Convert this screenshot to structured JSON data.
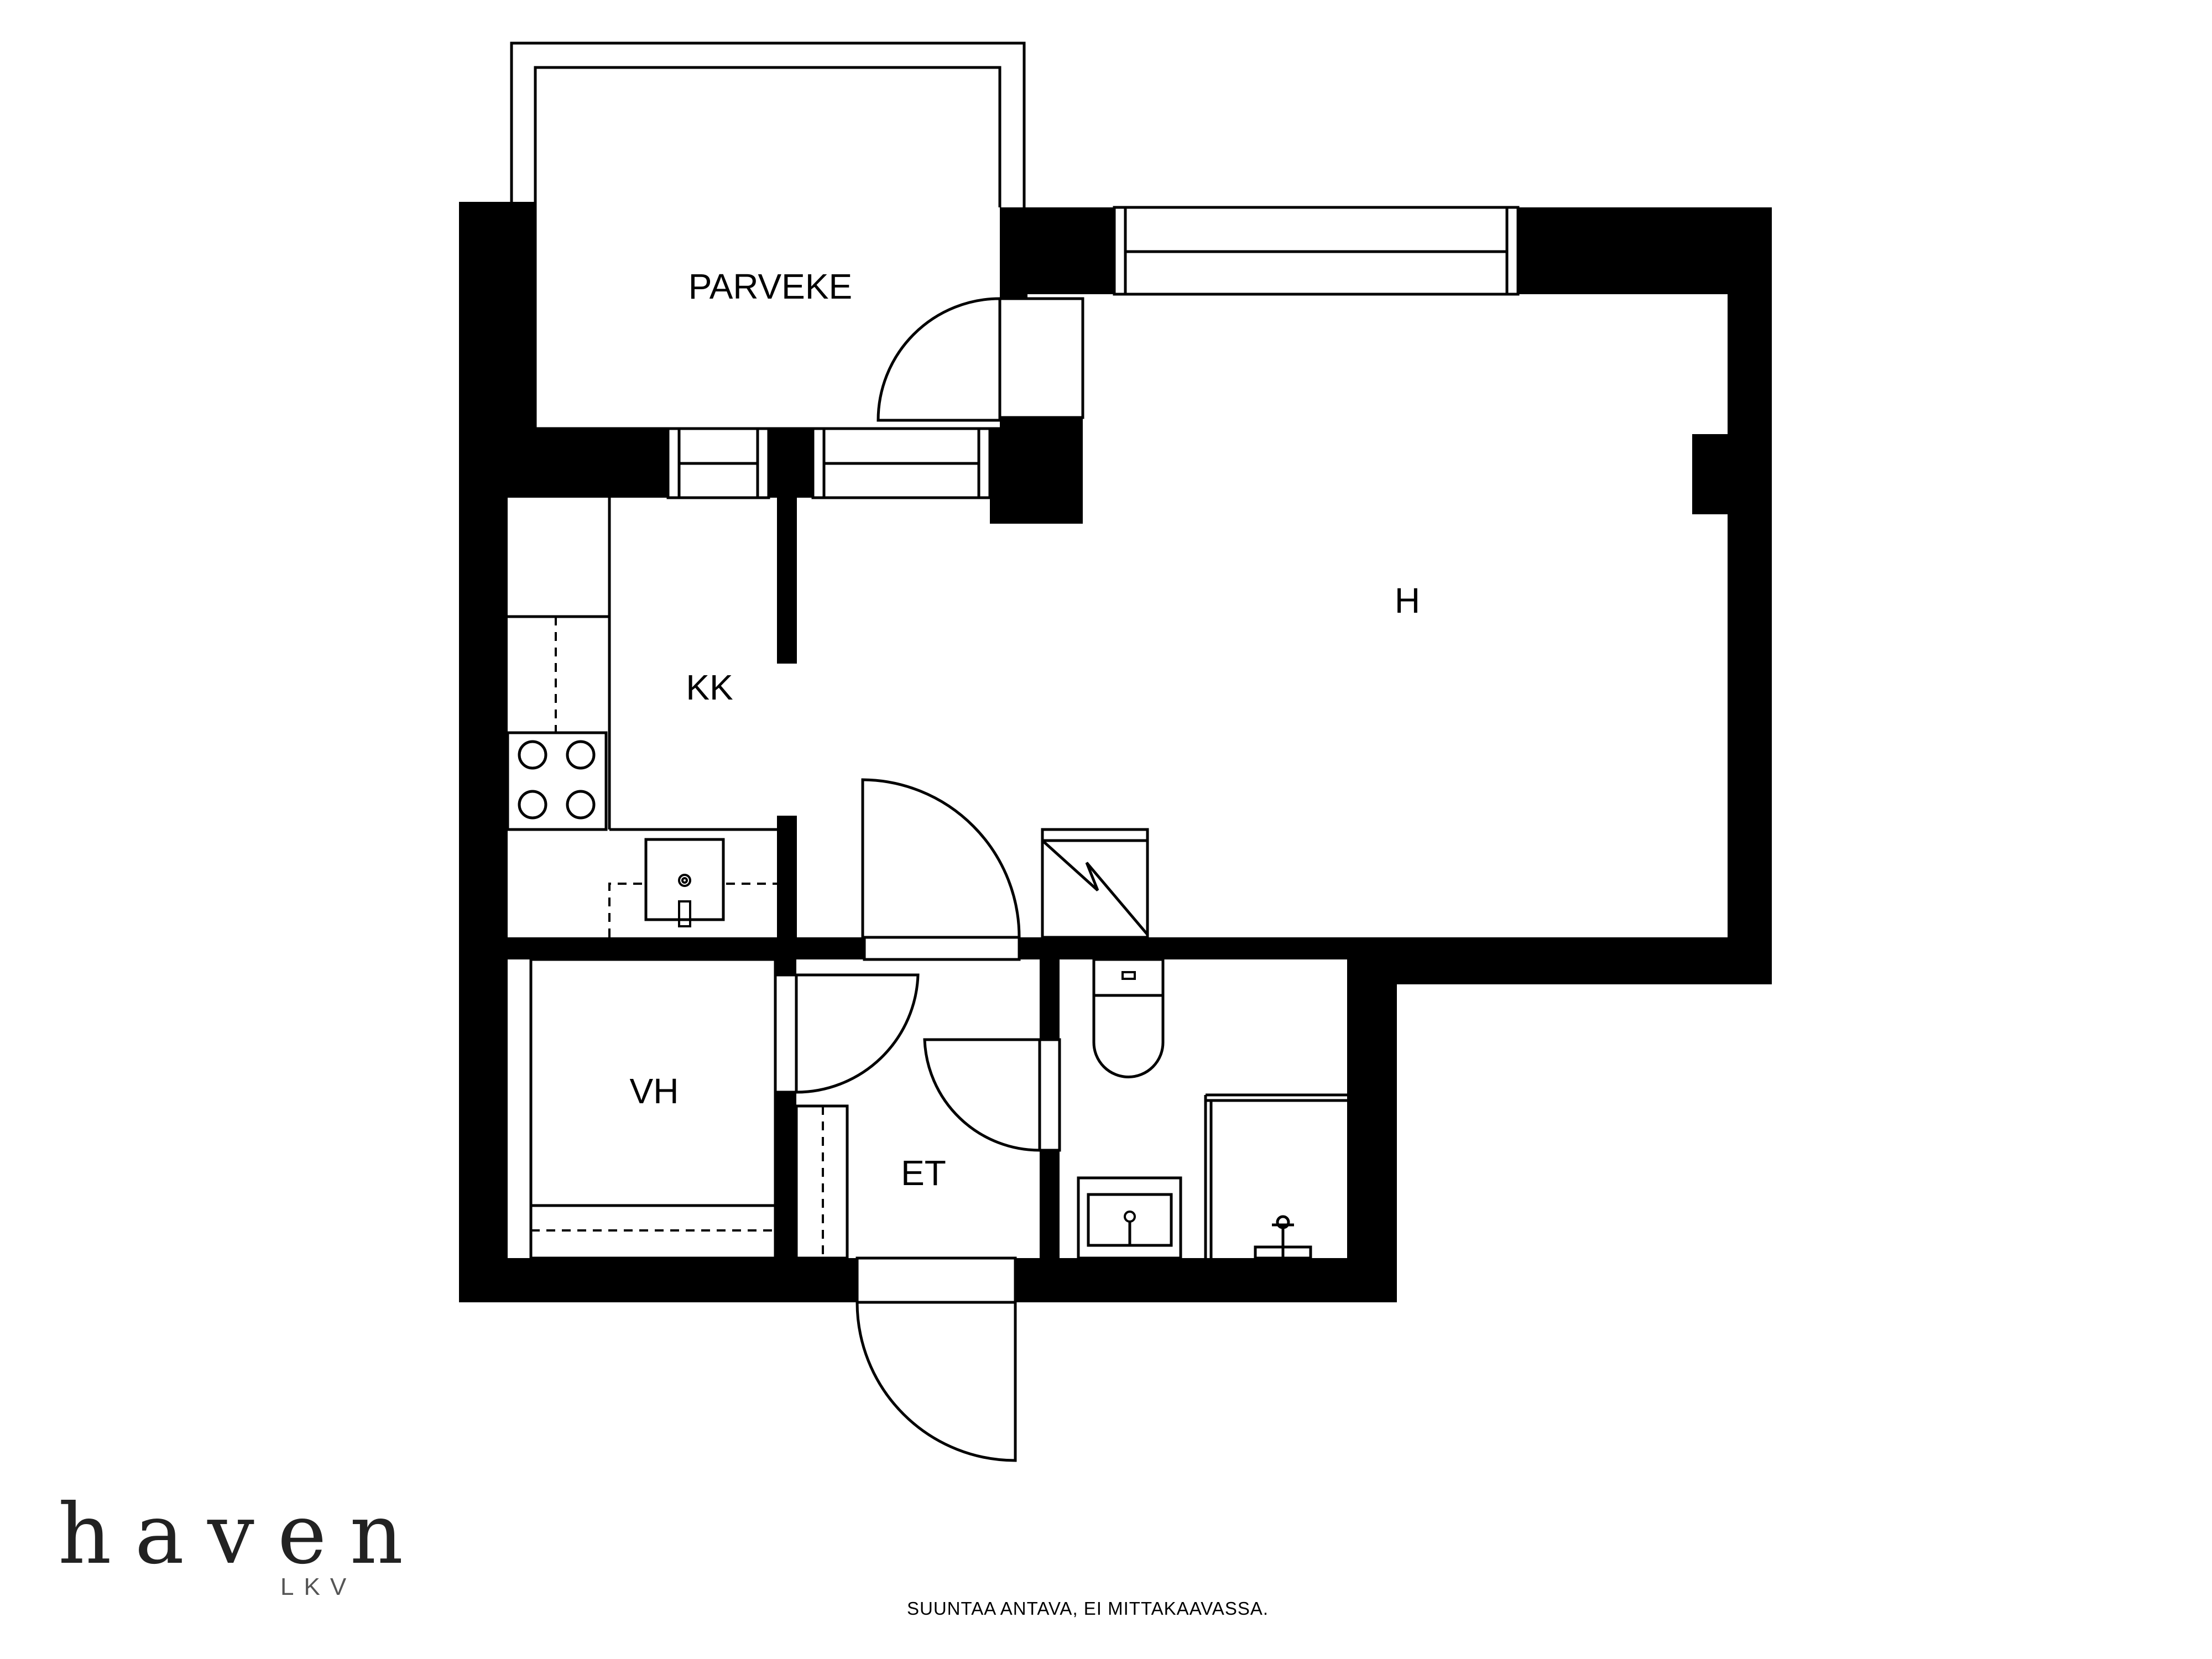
{
  "rooms": {
    "balcony": "PARVEKE",
    "living": "H",
    "kitchen": "KK",
    "closet": "VH",
    "hall": "ET"
  },
  "branding": {
    "logo_word": "haven",
    "logo_sub": "LKV"
  },
  "footer": {
    "disclaimer": "SUUNTAA ANTAVA, EI MITTAKAAVASSA."
  },
  "colors": {
    "walls": "#000000",
    "background": "#ffffff"
  }
}
